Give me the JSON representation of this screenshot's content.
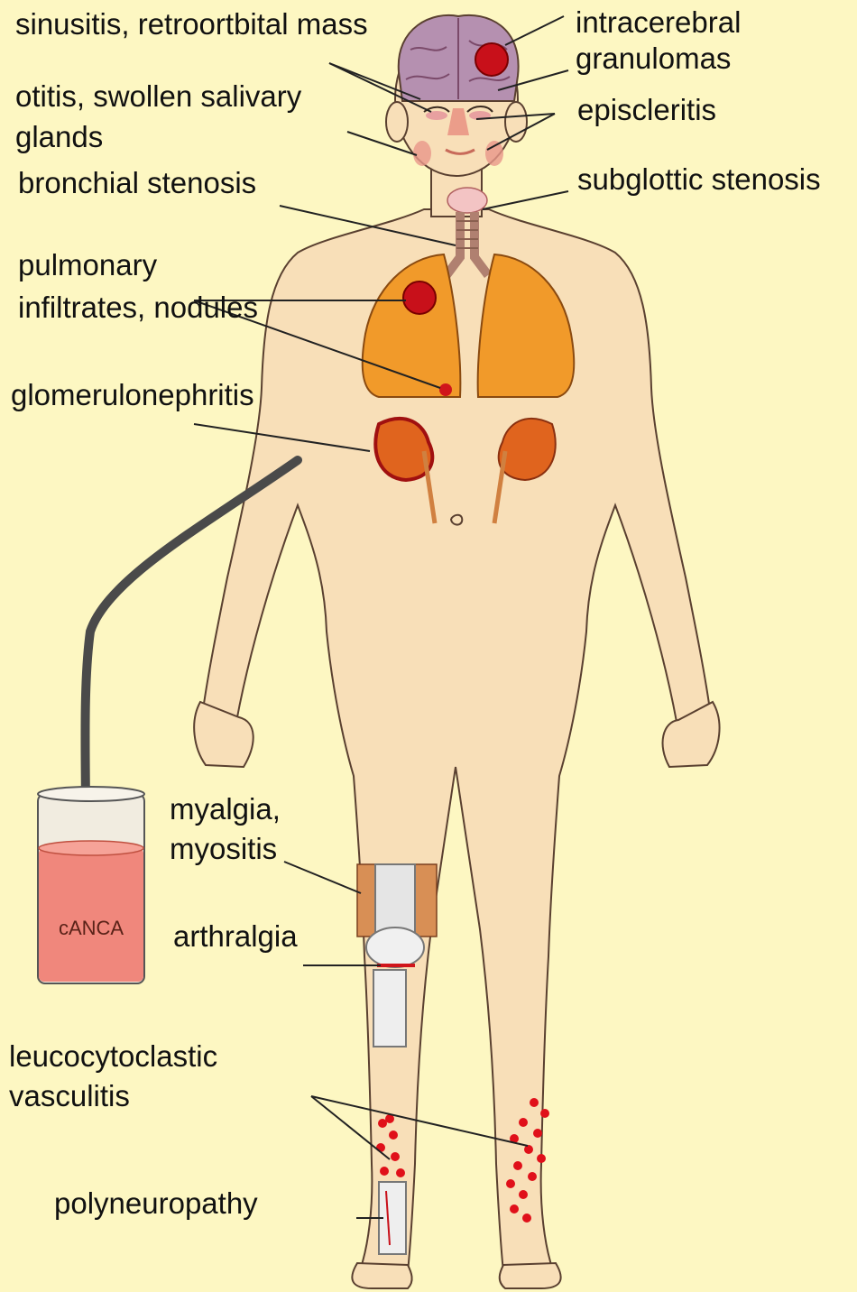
{
  "labels": {
    "sinusitis": "sinusitis, retroortbital mass",
    "intracerebral_line1": "intracerebral",
    "intracerebral_line2": "granulomas",
    "otitis_line1": "otitis, swollen salivary",
    "otitis_line2": "glands",
    "episcleritis": "episcleritis",
    "bronchial": "bronchial stenosis",
    "subglottic": "subglottic stenosis",
    "pulmonary_line1": "pulmonary",
    "pulmonary_line2": "infiltrates, nodules",
    "glomerulonephritis": "glomerulonephritis",
    "myalgia_line1": "myalgia,",
    "myalgia_line2": "myositis",
    "arthralgia": "arthralgia",
    "leucocytoclastic_line1": "leucocytoclastic",
    "leucocytoclastic_line2": "vasculitis",
    "polyneuropathy": "polyneuropathy"
  },
  "tube": {
    "label": "cANCA"
  },
  "colors": {
    "background": "#fdf7c2",
    "skin": "#f8dfb8",
    "lung": "#f19a2a",
    "lesion": "#c8101a",
    "kidney": "#e0641e",
    "blood": "#f0877c",
    "tubing": "#4a4a4a"
  }
}
